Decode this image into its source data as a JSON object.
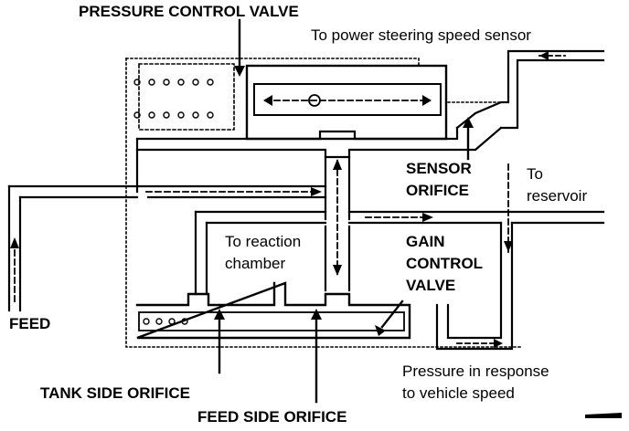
{
  "labels": {
    "pressure_control_valve": "PRESSURE CONTROL VALVE",
    "to_power_steering": "To power steering speed sensor",
    "sensor_orifice_line1": "SENSOR",
    "sensor_orifice_line2": "ORIFICE",
    "to_reservoir_line1": "To",
    "to_reservoir_line2": "reservoir",
    "to_reaction_line1": "To reaction",
    "to_reaction_line2": "chamber",
    "gain_control_line1": "GAIN",
    "gain_control_line2": "CONTROL",
    "gain_control_line3": "VALVE",
    "feed": "FEED",
    "tank_side_orifice": "TANK SIDE ORIFICE",
    "feed_side_orifice": "FEED SIDE ORIFICE",
    "pressure_response_line1": "Pressure in response",
    "pressure_response_line2": "to vehicle speed"
  },
  "colors": {
    "ink": "#000000",
    "paper": "#ffffff"
  }
}
